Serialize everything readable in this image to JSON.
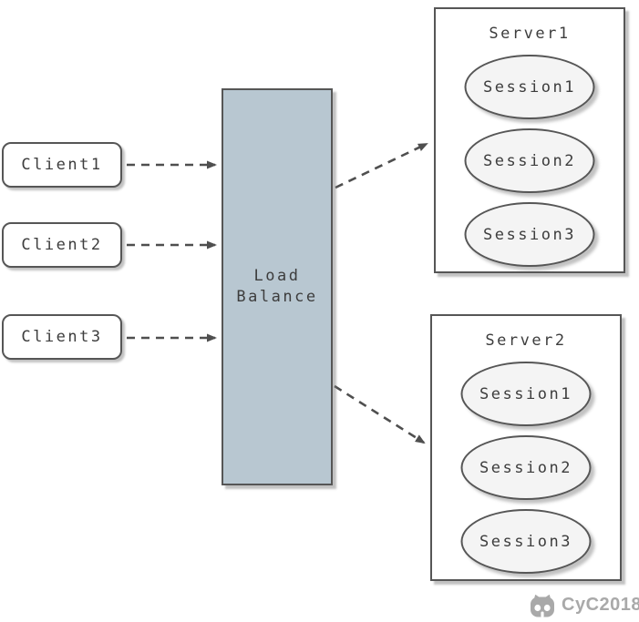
{
  "diagram_type": "load-balancing-session-sticky",
  "colors": {
    "node_border": "#565656",
    "load_balancer_fill": "#b8c7d1",
    "session_fill": "#f4f4f4",
    "client_fill": "#ffffff",
    "text": "#3d3d3d",
    "arrow": "#4f4f4f",
    "watermark": "#a9a9a9"
  },
  "clients": [
    {
      "label": "Client1"
    },
    {
      "label": "Client2"
    },
    {
      "label": "Client3"
    }
  ],
  "load_balancer": {
    "lines": [
      "Load",
      "Balance"
    ]
  },
  "servers": [
    {
      "title": "Server1",
      "sessions": [
        "Session1",
        "Session2",
        "Session3"
      ]
    },
    {
      "title": "Server2",
      "sessions": [
        "Session1",
        "Session2",
        "Session3"
      ]
    }
  ],
  "watermark": {
    "text": "CyC2018",
    "icon": "github-octocat-icon"
  }
}
